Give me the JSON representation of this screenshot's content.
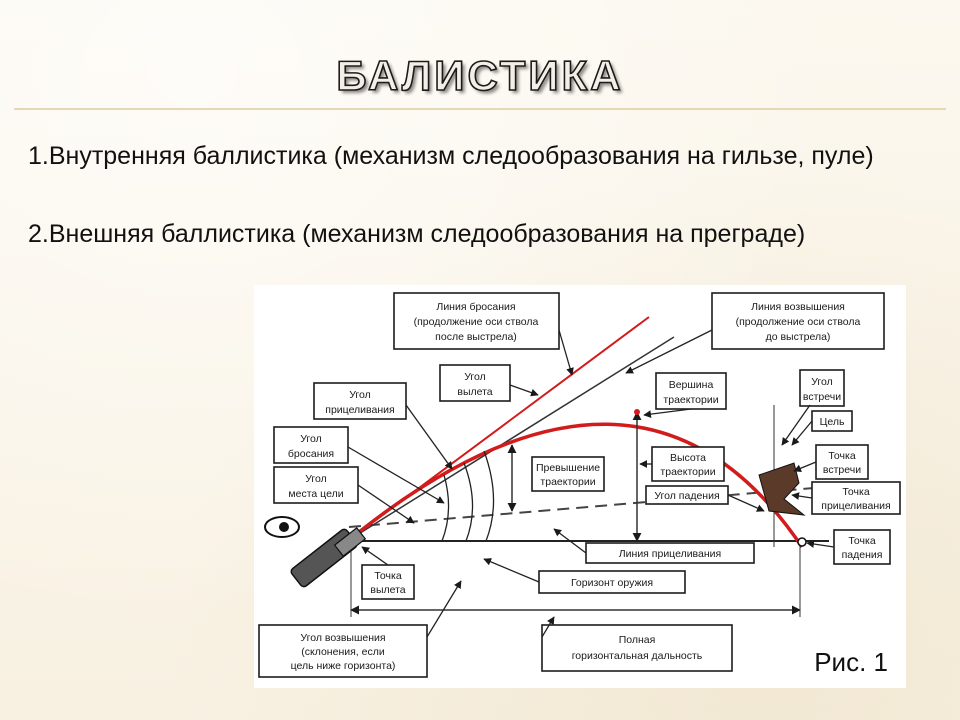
{
  "slide": {
    "title": "БАЛИСТИКА",
    "items": [
      "1.Внутренняя баллистика (механизм следообразования на гильзе, пуле)",
      "2.Внешняя баллистика (механизм следообразования на преграде)"
    ]
  },
  "figure": {
    "caption": "Рис. 1",
    "labels": {
      "throw_line": [
        "Линия бросания",
        "(продолжение оси ствола",
        "после выстрела)"
      ],
      "elevation_line": [
        "Линия возвышения",
        "(продолжение оси ствола",
        "до выстрела)"
      ],
      "departure_angle": [
        "Угол",
        "вылета"
      ],
      "aim_angle": [
        "Угол",
        "прицеливания"
      ],
      "throw_angle": [
        "Угол",
        "бросания"
      ],
      "target_place_angle": [
        "Угол",
        "места цели"
      ],
      "apex": [
        "Вершина",
        "траектории"
      ],
      "meet_angle": [
        "Угол",
        "встречи"
      ],
      "target": "Цель",
      "meet_point": [
        "Точка",
        "встречи"
      ],
      "exceed": [
        "Превышение",
        "траектории"
      ],
      "height": [
        "Высота",
        "траектории"
      ],
      "fall_angle": "Угол падения",
      "aim_point": [
        "Точка",
        "прицеливания"
      ],
      "aim_line": "Линия прицеливания",
      "fall_point": [
        "Точка",
        "падения"
      ],
      "departure_point": [
        "Точка",
        "вылета"
      ],
      "weapon_horizon": "Горизонт оружия",
      "elevation_angle": [
        "Угол возвышения",
        "(склонения, если",
        "цель ниже горизонта)"
      ],
      "range": [
        "Полная",
        "горизонтальная дальность"
      ]
    }
  }
}
